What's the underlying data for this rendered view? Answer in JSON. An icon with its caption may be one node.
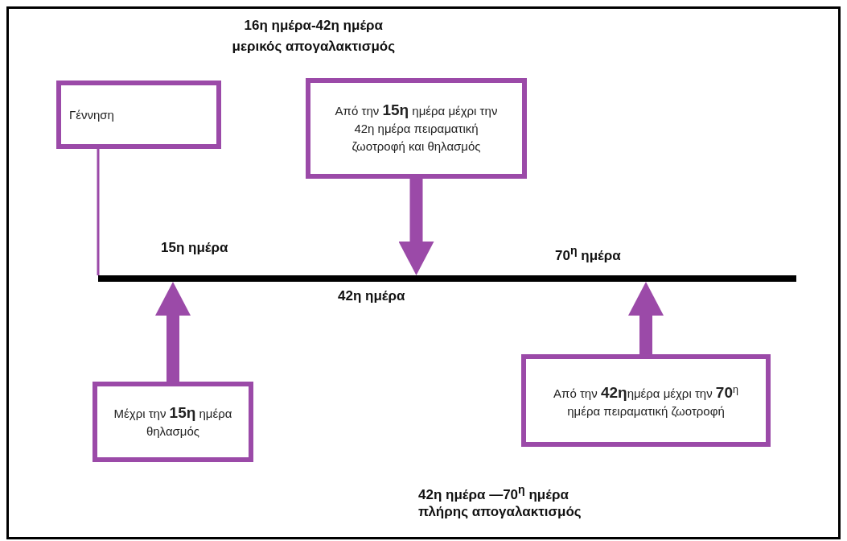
{
  "diagram": {
    "nodes": [
      {
        "text": [
          "Γέννηση"
        ]
      },
      {
        "text": [
          "Από την **15η** ημέρα μέχρι την 42η ημέρα πειραματική ζωοτροφή και θηλασμός"
        ]
      },
      {
        "text": [],
        "shape": "bar"
      },
      {
        "text": [
          "Μέχρι την **15η** ημέρα θηλασμός"
        ]
      },
      {
        "text": [
          "Από την **42η**ημέρα μέχρι την **70**$^{η}$ ημέρα πειραματική ζωοτροφή"
        ]
      }
    ],
    "edges": [
      {
        "from": 0,
        "to": 2,
        "arrow": "none"
      },
      {
        "from": 1,
        "to": 2,
        "arrow": "to"
      },
      {
        "from": 3,
        "to": 2,
        "arrow": "to"
      },
      {
        "from": 4,
        "to": 2,
        "arrow": "to"
      }
    ],
    "labels": [
      "16η ημέρα-42η ημέρα",
      "μερικός απογαλακτισμός",
      "15η ημέρα",
      "70$^{η}$ ημέρα",
      "42η ημέρα",
      "42η ημέρα —70$^{η}$ ημέρα",
      "πλήρης απογαλακτισμός"
    ]
  }
}
